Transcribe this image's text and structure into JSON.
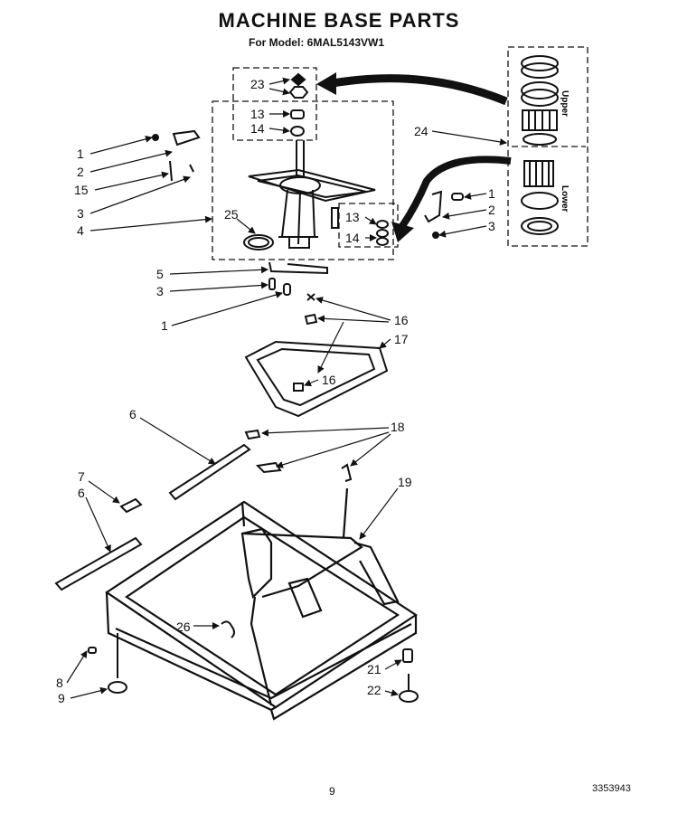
{
  "title": "MACHINE BASE PARTS",
  "subtitle": "For Model: 6MAL5143VW1",
  "page_number": "9",
  "doc_number": "3353943",
  "upper_label": "Upper",
  "lower_label": "Lower",
  "callouts": {
    "c23": "23",
    "c13a": "13",
    "c14a": "14",
    "c24": "24",
    "c1a": "1",
    "c2a": "2",
    "c15": "15",
    "c3a": "3",
    "c4": "4",
    "c25": "25",
    "c1b": "1",
    "c2b": "2",
    "c3b": "3",
    "c13b": "13",
    "c14b": "14",
    "c5": "5",
    "c3c": "3",
    "c1c": "1",
    "c16a": "16",
    "c17": "17",
    "c16b": "16",
    "c6a": "6",
    "c18": "18",
    "c7": "7",
    "c6b": "6",
    "c19": "19",
    "c26": "26",
    "c8": "8",
    "c9": "9",
    "c21": "21",
    "c22": "22"
  }
}
